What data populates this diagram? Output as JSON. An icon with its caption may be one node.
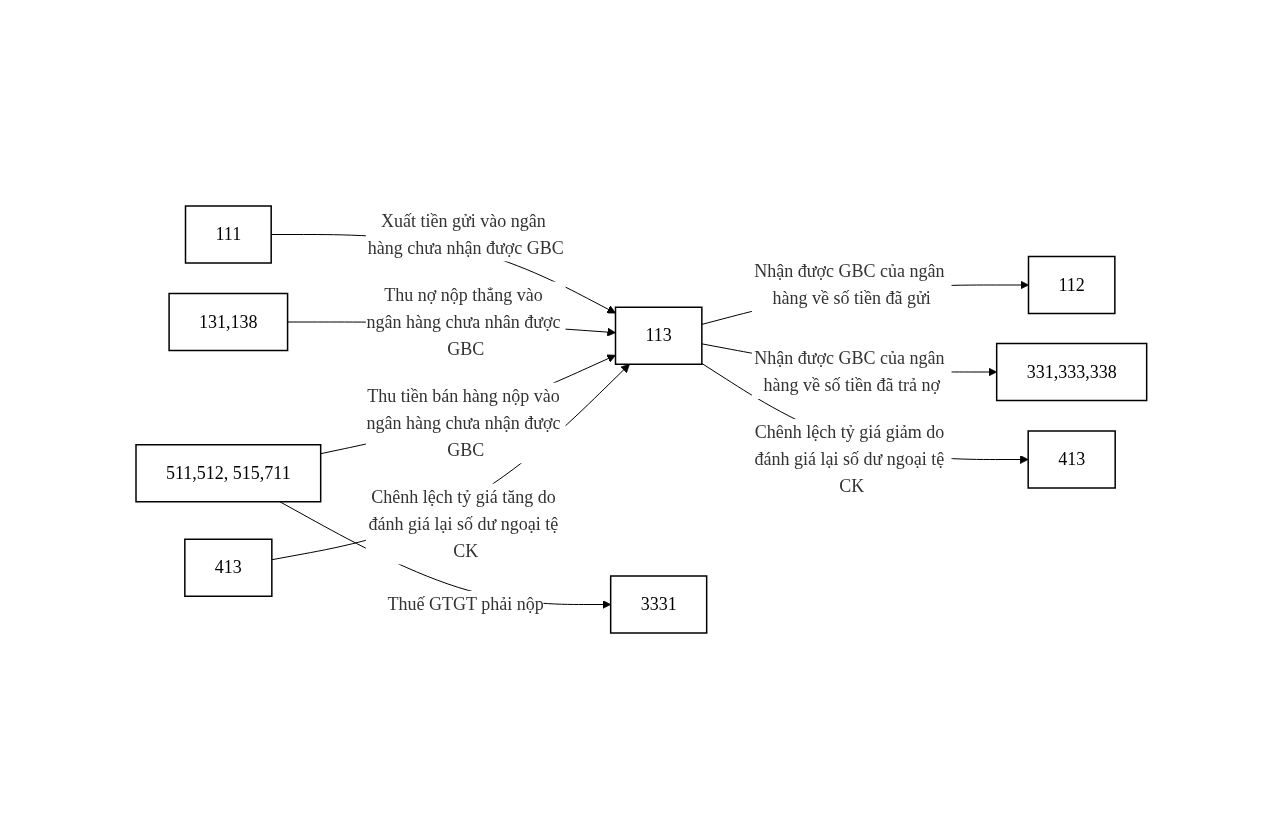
{
  "diagram": {
    "nodes": [
      {
        "text": [
          "111"
        ]
      },
      {
        "text": [
          "113"
        ]
      },
      {
        "text": [
          "112"
        ]
      },
      {
        "text": [
          "131,138"
        ]
      },
      {
        "text": [
          "331,333,338"
        ]
      },
      {
        "text": [
          "511,512, 515,711"
        ]
      },
      {
        "text": [
          "3331"
        ]
      },
      {
        "text": [
          "413"
        ]
      },
      {
        "text": [
          "413"
        ]
      }
    ],
    "edges": [
      {
        "from": 0,
        "to": 1,
        "arrow": "to",
        "label": "Xuất tiền gửi vào ngân hàng chưa nhận được GBC"
      },
      {
        "from": 1,
        "to": 2,
        "arrow": "to",
        "label": "Nhận được GBC của ngân hàng về số tiền đã gửi"
      },
      {
        "from": 3,
        "to": 1,
        "arrow": "to",
        "label": "Thu nợ nộp thẳng vào ngân hàng chưa nhân được GBC"
      },
      {
        "from": 1,
        "to": 4,
        "arrow": "to",
        "label": "Nhận được GBC của ngân hàng về số tiền đã trả nợ"
      },
      {
        "from": 5,
        "to": 1,
        "arrow": "to",
        "label": "Thu tiền bán hàng nộp vào ngân hàng chưa nhận được GBC"
      },
      {
        "from": 5,
        "to": 6,
        "arrow": "to",
        "label": "Thuế GTGT phải nộp"
      },
      {
        "from": 7,
        "to": 1,
        "arrow": "to",
        "label": "Chênh lệch tỷ giá tăng do đánh giá lại số dư ngoại tệ CK"
      },
      {
        "from": 1,
        "to": 8,
        "arrow": "to",
        "label": "Chênh lệch tỷ giá giảm do đánh giá lại số dư ngoại tệ CK"
      }
    ]
  }
}
